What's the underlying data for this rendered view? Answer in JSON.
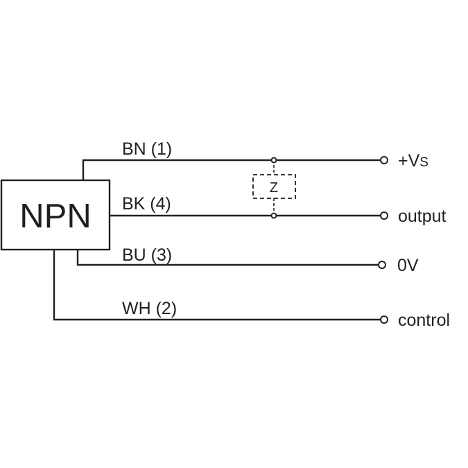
{
  "sensor": {
    "label": "NPN"
  },
  "wires": [
    {
      "id": "bn",
      "label": "BN (1)",
      "terminal": "+V",
      "terminal_sub": "S"
    },
    {
      "id": "bk",
      "label": "BK (4)",
      "terminal": "output",
      "terminal_sub": ""
    },
    {
      "id": "bu",
      "label": "BU (3)",
      "terminal": "0V",
      "terminal_sub": ""
    },
    {
      "id": "wh",
      "label": "WH (2)",
      "terminal": "control",
      "terminal_sub": ""
    }
  ],
  "load": {
    "label": "Z"
  },
  "colors": {
    "ink": "#231f20",
    "background": "#ffffff"
  }
}
